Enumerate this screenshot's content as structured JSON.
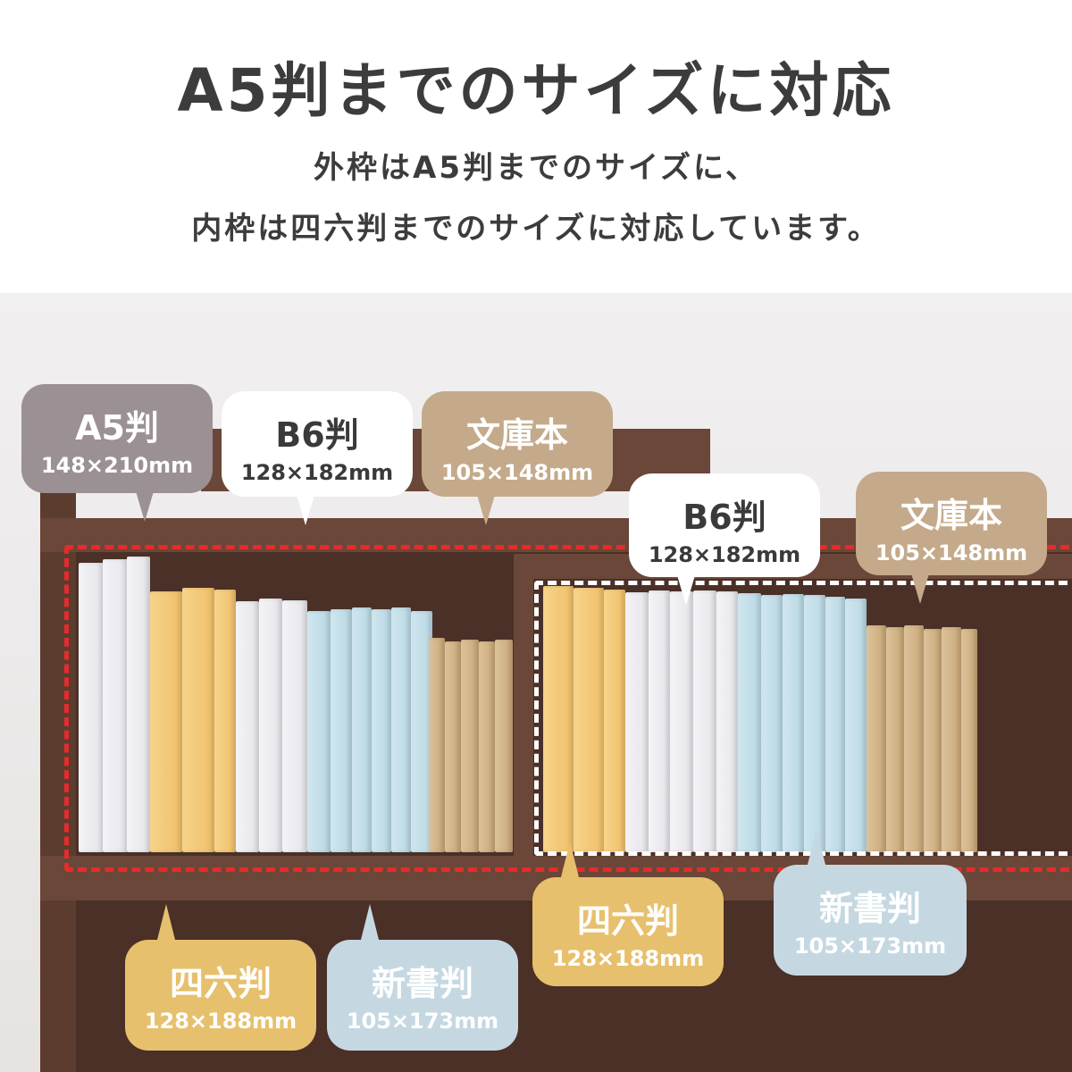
{
  "header": {
    "title": "A5判までのサイズに対応",
    "line1": "外枠はA5判までのサイズに、",
    "line2": "内枠は四六判までのサイズに対応しています。"
  },
  "labels": {
    "outer_a5": {
      "name": "A5判",
      "size": "148×210mm"
    },
    "outer_b6": {
      "name": "B6判",
      "size": "128×182mm"
    },
    "outer_bunko": {
      "name": "文庫本",
      "size": "105×148mm"
    },
    "outer_shiroku": {
      "name": "四六判",
      "size": "128×188mm"
    },
    "outer_shinsho": {
      "name": "新書判",
      "size": "105×173mm"
    },
    "inner_b6": {
      "name": "B6判",
      "size": "128×182mm"
    },
    "inner_bunko": {
      "name": "文庫本",
      "size": "105×148mm"
    },
    "inner_shiroku": {
      "name": "四六判",
      "size": "128×188mm"
    },
    "inner_shinsho": {
      "name": "新書判",
      "size": "105×173mm"
    }
  },
  "colors": {
    "outer_frame_outline": "#e52b2b",
    "inner_frame_outline": "#ffffff",
    "a5": "#9b9094",
    "b6": "#ffffff",
    "bunko": "#c4aa8a",
    "shiroku": "#e7c06d",
    "shinsho": "#c5d8e2"
  }
}
